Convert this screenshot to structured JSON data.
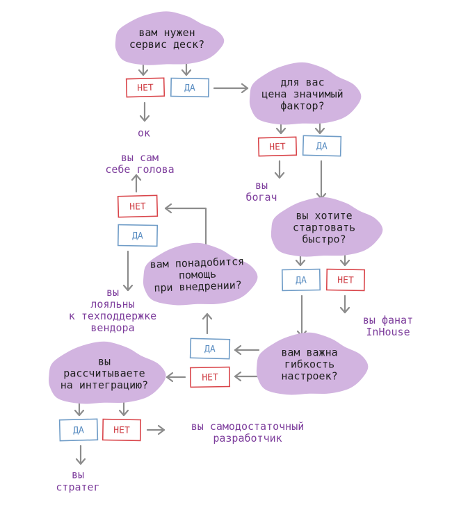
{
  "colors": {
    "bubble": "#d2b4e0",
    "no_border": "#d9454a",
    "no_text": "#cf3f45",
    "yes_border": "#6f9cc7",
    "yes_text": "#5b8ec2",
    "outcome": "#7d3d9c",
    "arrow": "#8c8c8c",
    "question_text": "#1f1f1f"
  },
  "questions": {
    "q1": [
      "вам нужен",
      "сервис деск?"
    ],
    "q2": [
      "для вас",
      "цена значимый",
      "фактор?"
    ],
    "q3": [
      "вы хотите",
      "стартовать",
      "быстро?"
    ],
    "q4": [
      "вам важна",
      "гибкость",
      "настроек?"
    ],
    "q5": [
      "вам понадобится",
      "помощь",
      "при внедрении?"
    ],
    "q6": [
      "вы",
      "рассчитываете",
      "на интеграцию?"
    ]
  },
  "answers": {
    "no": "НЕТ",
    "yes": "ДА"
  },
  "outcomes": {
    "ok": [
      "ок"
    ],
    "rich": [
      "вы",
      "богач"
    ],
    "inhouse": [
      "вы фанат",
      "InHouse"
    ],
    "own_head": [
      "вы сам",
      "себе голова"
    ],
    "loyal": [
      "вы",
      "лояльны",
      "к техподдержке",
      "вендора"
    ],
    "selfsufficient": [
      "вы самодостаточный",
      "разработчик"
    ],
    "strategist": [
      "вы",
      "стратег"
    ]
  }
}
